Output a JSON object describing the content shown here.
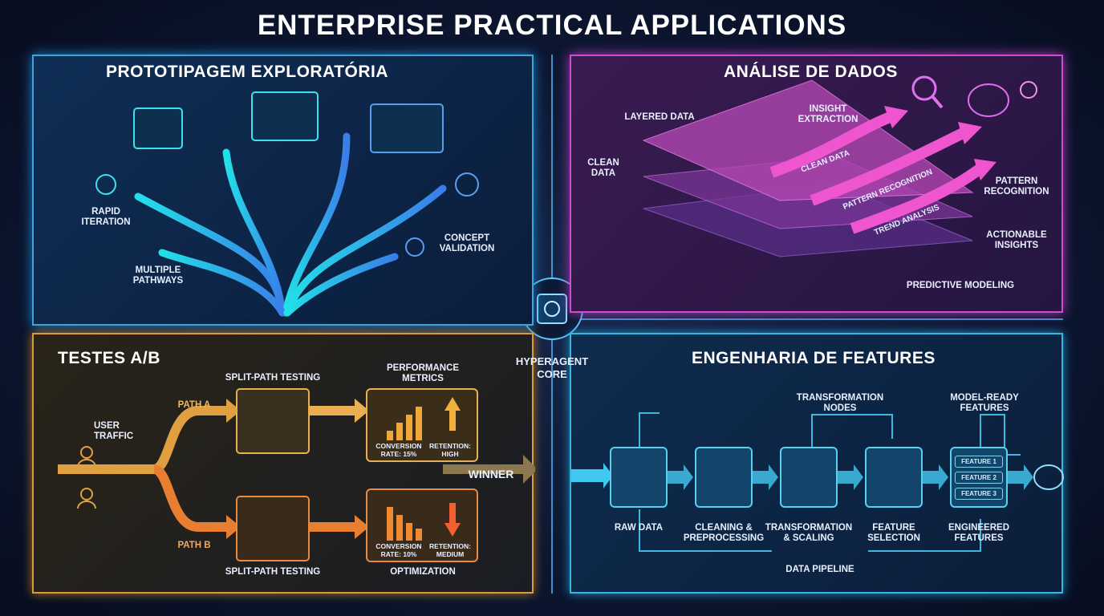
{
  "title": "ENTERPRISE PRACTICAL APPLICATIONS",
  "core": {
    "label_line1": "HYPERAGENT",
    "label_line2": "CORE"
  },
  "prototyping": {
    "title": "PROTOTIPAGEM EXPLORATÓRIA",
    "labels": {
      "rapid_iteration_1": "RAPID",
      "rapid_iteration_2": "ITERATION",
      "multiple_pathways_1": "MULTIPLE",
      "multiple_pathways_2": "PATHWAYS",
      "concept_validation_1": "CONCEPT",
      "concept_validation_2": "VALIDATION"
    }
  },
  "data_analysis": {
    "title": "ANÁLISE DE DADOS",
    "labels": {
      "layered_data": "LAYERED DATA",
      "clean_data_1": "CLEAN",
      "clean_data_2": "DATA",
      "insight_1": "INSIGHT",
      "insight_2": "EXTRACTION",
      "pattern_1": "PATTERN",
      "pattern_2": "RECOGNITION",
      "actionable_1": "ACTIONABLE",
      "actionable_2": "INSIGHTS",
      "predictive": "PREDICTIVE MODELING"
    },
    "arrows": [
      "CLEAN DATA",
      "PATTERN RECOGNITION",
      "TREND ANALYSIS"
    ]
  },
  "ab_testing": {
    "title": "TESTES A/B",
    "user_traffic_1": "USER",
    "user_traffic_2": "TRAFFIC",
    "path_a": "PATH A",
    "path_b": "PATH B",
    "split_top": "SPLIT-PATH TESTING",
    "split_bottom": "SPLIT-PATH TESTING",
    "perf_1": "PERFORMANCE",
    "perf_2": "METRICS",
    "optimization": "OPTIMIZATION",
    "winner": "WINNER",
    "metrics_a": {
      "conversion_1": "CONVERSION",
      "conversion_2": "RATE: 15%",
      "retention_1": "RETENTION:",
      "retention_2": "HIGH"
    },
    "metrics_b": {
      "conversion_1": "CONVERSION",
      "conversion_2": "RATE: 10%",
      "retention_1": "RETENTION:",
      "retention_2": "MEDIUM"
    }
  },
  "feature_eng": {
    "title": "ENGENHARIA DE FEATURES",
    "transformation_nodes_1": "TRANSFORMATION",
    "transformation_nodes_2": "NODES",
    "model_ready_1": "MODEL-READY",
    "model_ready_2": "FEATURES",
    "steps": [
      {
        "l1": "RAW DATA",
        "l2": ""
      },
      {
        "l1": "CLEANING &",
        "l2": "PREPROCESSING"
      },
      {
        "l1": "TRANSFORMATION",
        "l2": "& SCALING"
      },
      {
        "l1": "FEATURE",
        "l2": "SELECTION"
      },
      {
        "l1": "ENGINEERED",
        "l2": "FEATURES"
      }
    ],
    "features": [
      "FEATURE 1",
      "FEATURE 2",
      "FEATURE 3"
    ],
    "pipeline": "DATA PIPELINE"
  }
}
